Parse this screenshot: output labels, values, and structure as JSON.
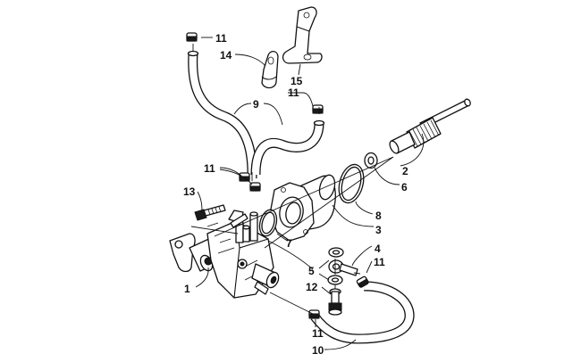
{
  "callouts": [
    {
      "id": "c1",
      "label": "1"
    },
    {
      "id": "c2",
      "label": "2"
    },
    {
      "id": "c3",
      "label": "3"
    },
    {
      "id": "c4",
      "label": "4"
    },
    {
      "id": "c5",
      "label": "5"
    },
    {
      "id": "c6",
      "label": "6"
    },
    {
      "id": "c7",
      "label": "7"
    },
    {
      "id": "c8",
      "label": "8"
    },
    {
      "id": "c9",
      "label": "9"
    },
    {
      "id": "c10",
      "label": "10"
    },
    {
      "id": "c11a",
      "label": "11"
    },
    {
      "id": "c11b",
      "label": "11"
    },
    {
      "id": "c11c",
      "label": "11"
    },
    {
      "id": "c11d",
      "label": "11"
    },
    {
      "id": "c11e",
      "label": "11"
    },
    {
      "id": "c12",
      "label": "12"
    },
    {
      "id": "c13",
      "label": "13"
    },
    {
      "id": "c14",
      "label": "14"
    },
    {
      "id": "c15",
      "label": "15"
    }
  ]
}
